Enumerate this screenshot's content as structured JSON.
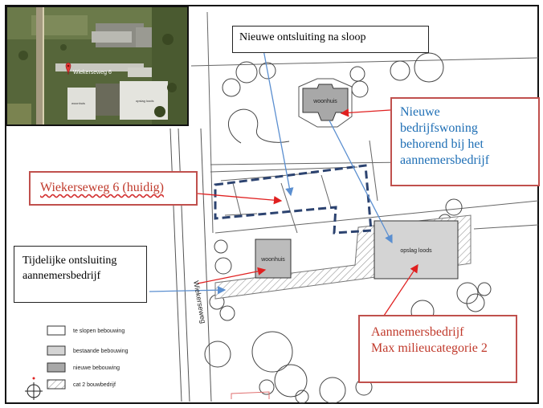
{
  "callouts": {
    "new_access_after_demolition": "Nieuwe ontsluiting na sloop",
    "new_company_dwelling": [
      "Nieuwe",
      "bedrijfswoning",
      "behorend bij het",
      "aannemersbedrijf"
    ],
    "current_address": "Wiekerseweg 6 (huidig)",
    "temporary_access": [
      "Tijdelijke ontsluiting",
      "aannemersbedrijf"
    ],
    "contractor": [
      "Aannemersbedrijf",
      "Max milieucategorie 2"
    ]
  },
  "map_labels": {
    "street": "Wiekerseweg",
    "new_house": "woonhuis",
    "existing_house": "woonhuis",
    "storage_shed": "opslag loods"
  },
  "legend": [
    {
      "label": "te slopen bebouwing",
      "fill": "#ffffff"
    },
    {
      "label": "bestaande bebouwing",
      "fill": "#d4d4d4"
    },
    {
      "label": "nieuwe bebouwing",
      "fill": "#a8a8a8"
    },
    {
      "label": "cat 2 bouwbedrijf",
      "fill": "hatch"
    }
  ],
  "satellite": {
    "pin_label": "Wiekerseweg 6",
    "building_label_1": "woonhuis",
    "building_label_2": "opslag loods"
  },
  "colors": {
    "callout_red": "#c0504d",
    "callout_blue_text": "#1f6fb5",
    "arrow_blue": "#5b8fd0",
    "arrow_red": "#e02020",
    "dashed_outline": "#2c4370"
  },
  "icons": [
    "north-compass-icon",
    "location-pin-icon"
  ]
}
